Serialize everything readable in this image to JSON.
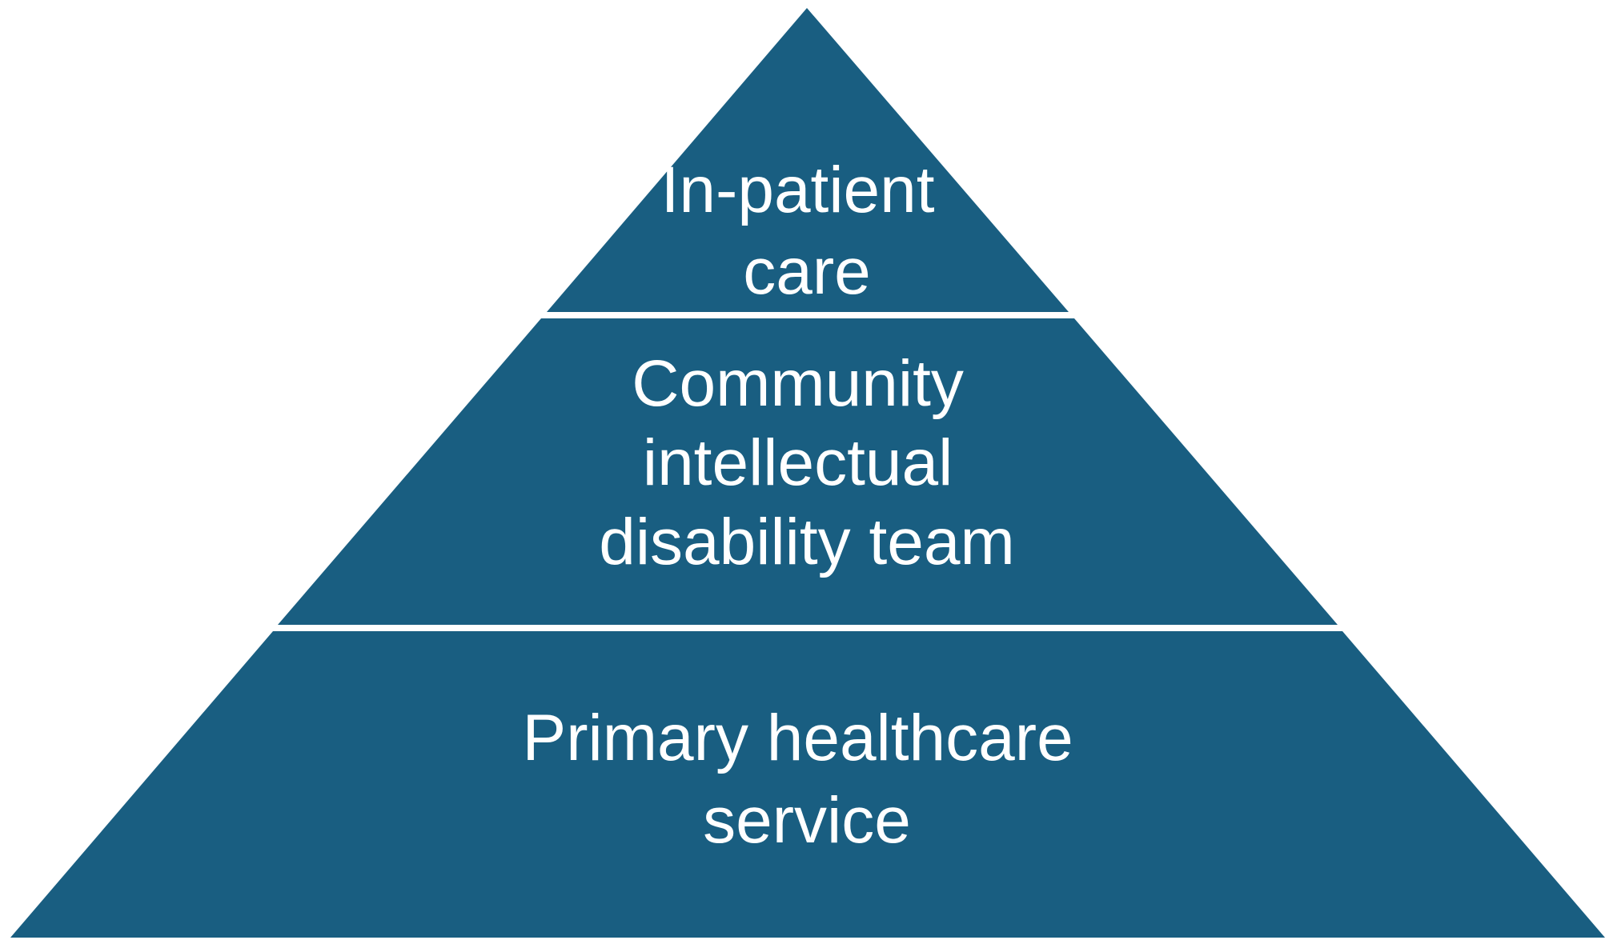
{
  "diagram": {
    "type": "pyramid",
    "fill_color": "#195e81",
    "text_color": "#ffffff",
    "separator_color": "#ffffff",
    "tiers": [
      {
        "name": "top",
        "lines": [
          "In-patient",
          "care"
        ]
      },
      {
        "name": "middle",
        "lines": [
          "Community",
          "intellectual",
          "disability team"
        ]
      },
      {
        "name": "bottom",
        "lines": [
          "Primary healthcare",
          "service"
        ]
      }
    ]
  }
}
